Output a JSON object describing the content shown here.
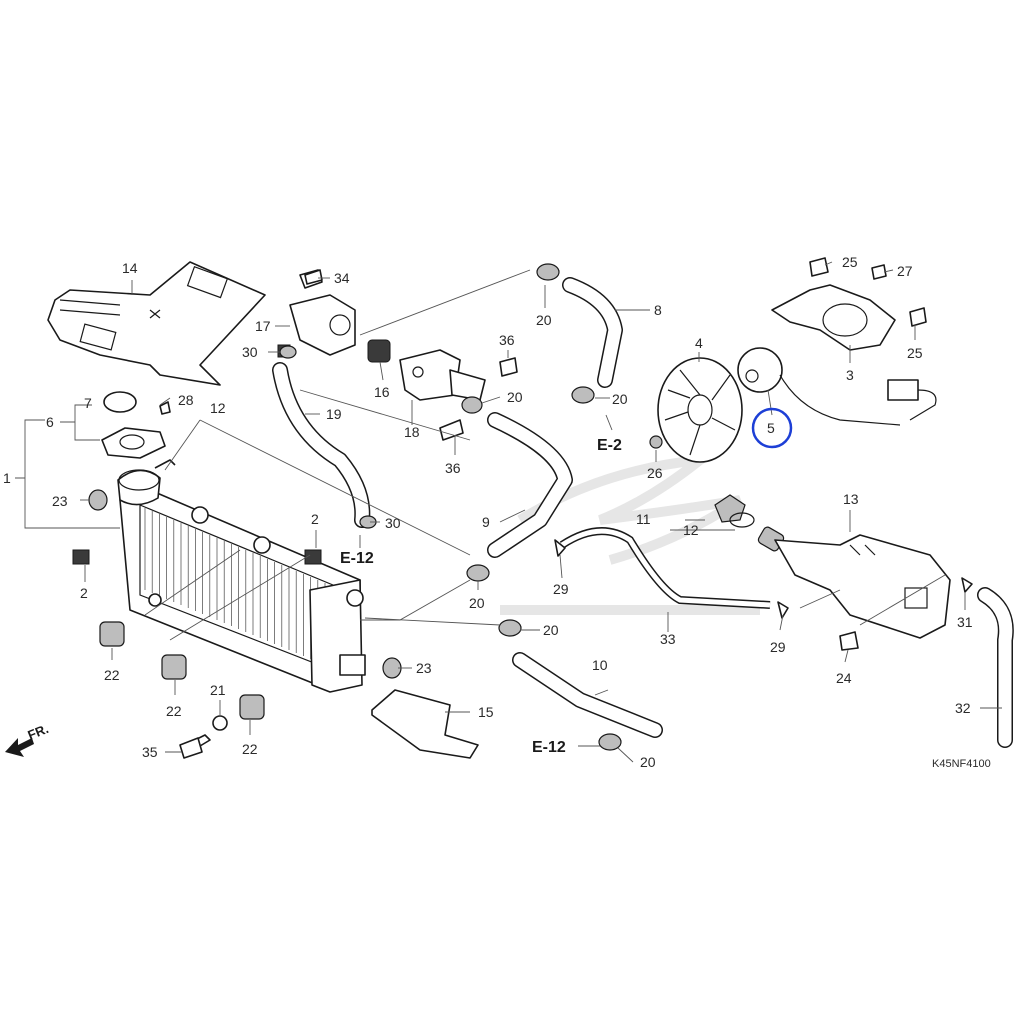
{
  "diagram_code": "K45NF4100",
  "direction_label": "FR.",
  "highlight_color": "#1d3fd6",
  "references": [
    "E-12",
    "E-2",
    "E-12"
  ],
  "callouts": {
    "c1": "1",
    "c2a": "2",
    "c2b": "2",
    "c3": "3",
    "c4": "4",
    "c5": "5",
    "c6": "6",
    "c7": "7",
    "c8": "8",
    "c9": "9",
    "c10": "10",
    "c11": "11",
    "c12a": "12",
    "c12b": "12",
    "c13": "13",
    "c14": "14",
    "c15": "15",
    "c16": "16",
    "c17": "17",
    "c18": "18",
    "c19": "19",
    "c20a": "20",
    "c20b": "20",
    "c20c": "20",
    "c20d": "20",
    "c20e": "20",
    "c20f": "20",
    "c21": "21",
    "c22a": "22",
    "c22b": "22",
    "c22c": "22",
    "c23a": "23",
    "c23b": "23",
    "c24": "24",
    "c25a": "25",
    "c25b": "25",
    "c26": "26",
    "c27": "27",
    "c28": "28",
    "c29a": "29",
    "c29b": "29",
    "c30a": "30",
    "c30b": "30",
    "c31": "31",
    "c32": "32",
    "c33": "33",
    "c34": "34",
    "c35": "35",
    "c36a": "36",
    "c36b": "36"
  }
}
